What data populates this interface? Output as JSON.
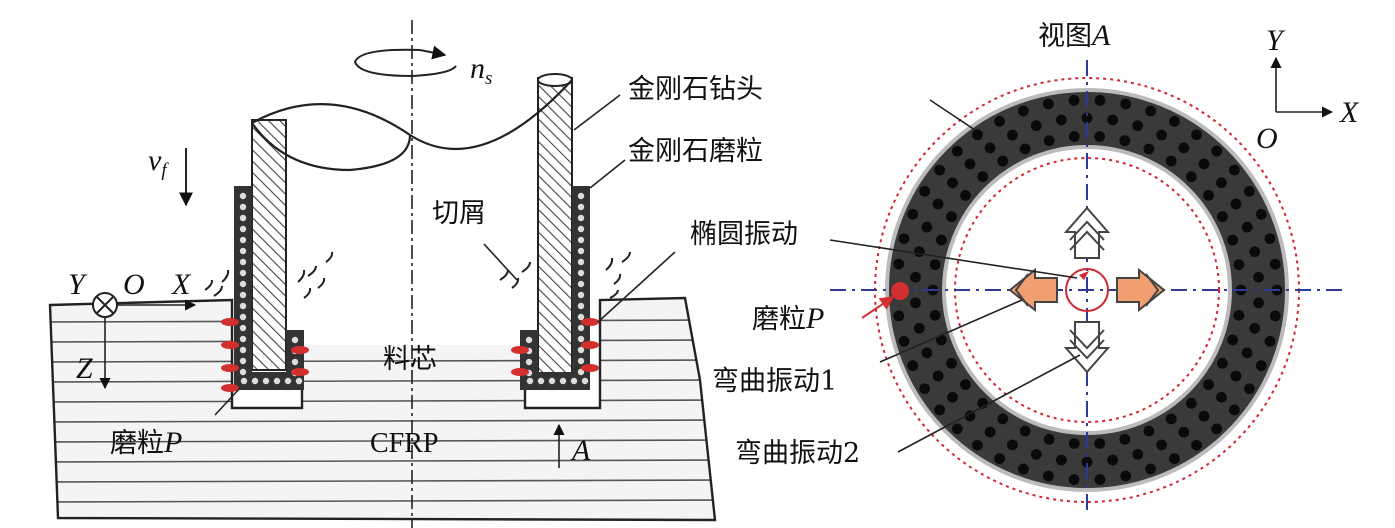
{
  "left_panel": {
    "labels": {
      "diamond_drill": "金刚石钻头",
      "diamond_grit": "金刚石磨粒",
      "chips": "切屑",
      "core": "料芯",
      "material": "CFRP",
      "grit_p": "磨粒",
      "grit_p_symbol": "P",
      "view_arrow_symbol": "A",
      "spindle_symbol": "n",
      "spindle_sub": "s",
      "feed_symbol": "v",
      "feed_sub": "f",
      "axis_y": "Y",
      "axis_o": "O",
      "axis_x": "X",
      "axis_z": "Z"
    }
  },
  "right_panel": {
    "labels": {
      "view_title": "视图",
      "view_title_symbol": "A",
      "elliptical_vibration": "椭圆振动",
      "bending_vibration_1": "弯曲振动1",
      "bending_vibration_2": "弯曲振动2",
      "grit_p": "磨粒",
      "grit_p_symbol": "P",
      "axis_y": "Y",
      "axis_x": "X",
      "axis_o": "O"
    }
  },
  "colors": {
    "ring": "#3a3a3a",
    "grit": "#0a0a0a",
    "dashed_red": "#d22630",
    "dashed_blue": "#2d3a9a",
    "orange_arrow": "#f0a070",
    "grit_red": "#d32f2f",
    "workpiece_line": "#555555"
  }
}
